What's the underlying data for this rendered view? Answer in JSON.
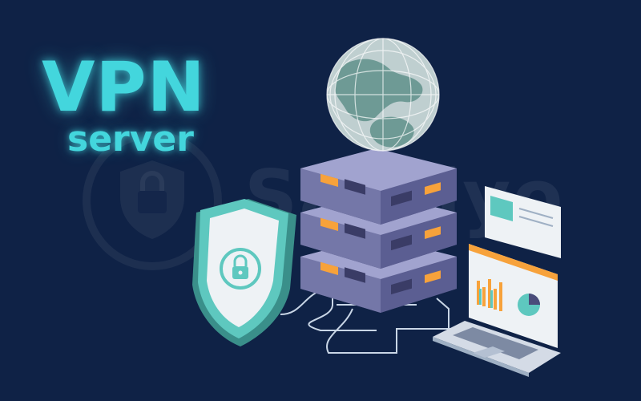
{
  "hero": {
    "title": "VPN",
    "subtitle": "server",
    "watermark": "Safelyo"
  },
  "colors": {
    "background": "#0f2246",
    "accent": "#43d6dd",
    "server_body": "#7477a8",
    "server_dark": "#4a4c7a",
    "server_light": "#a1a3cf",
    "server_led": "#f7a23b",
    "shield_rim": "#5ec8bf",
    "globe_land": "#6e9a95",
    "globe_sea": "#bfcfd0"
  },
  "illustration": {
    "items": [
      "shield-lock-icon",
      "server-rack-icon",
      "globe-icon",
      "laptop-icon",
      "cable-icon"
    ]
  }
}
